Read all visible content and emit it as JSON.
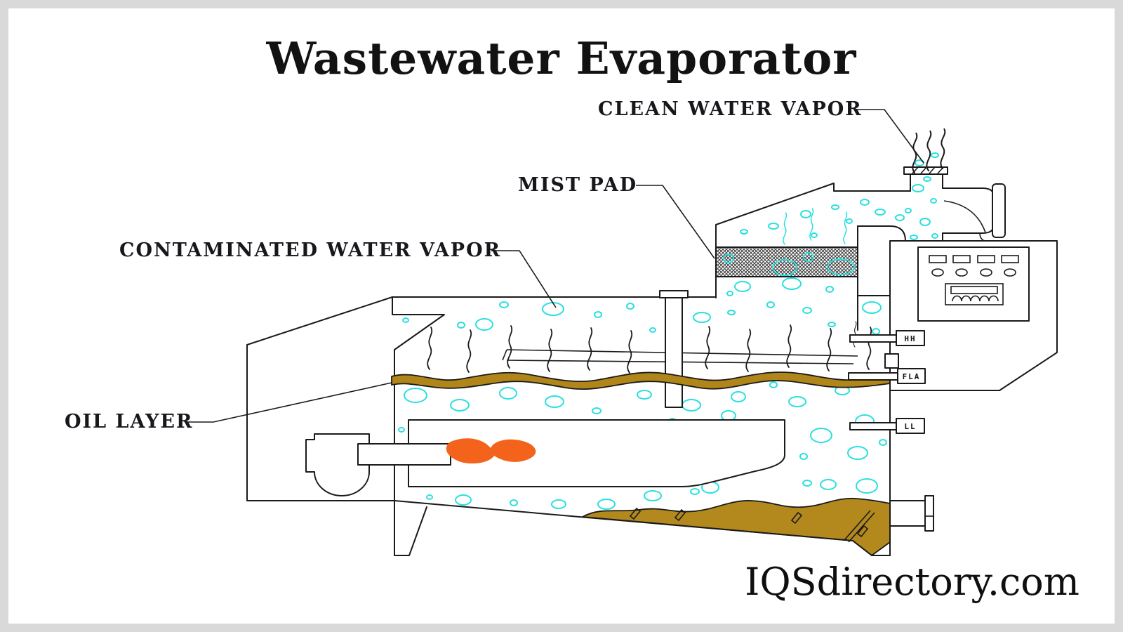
{
  "title": "Wastewater Evaporator",
  "watermark": "IQSdirectory.com",
  "labels": {
    "clean_water_vapor": "CLEAN WATER VAPOR",
    "mist_pad": "MIST PAD",
    "contaminated_water_vapor": "CONTAMINATED WATER VAPOR",
    "oil_layer": "OIL LAYER"
  },
  "sensors": {
    "high_high": "HH",
    "flame_safeguard": "FLA",
    "low_low": "LL"
  },
  "colors": {
    "bubble": "#2bdfdf",
    "oil": "#b0861a",
    "sludge": "#b3891d",
    "flame": "#f4631c",
    "line": "#1a1a1a",
    "text": "#17171c",
    "hatch": "#3f3f3f",
    "frame": "#d9d9d9",
    "background": "#ffffff"
  }
}
